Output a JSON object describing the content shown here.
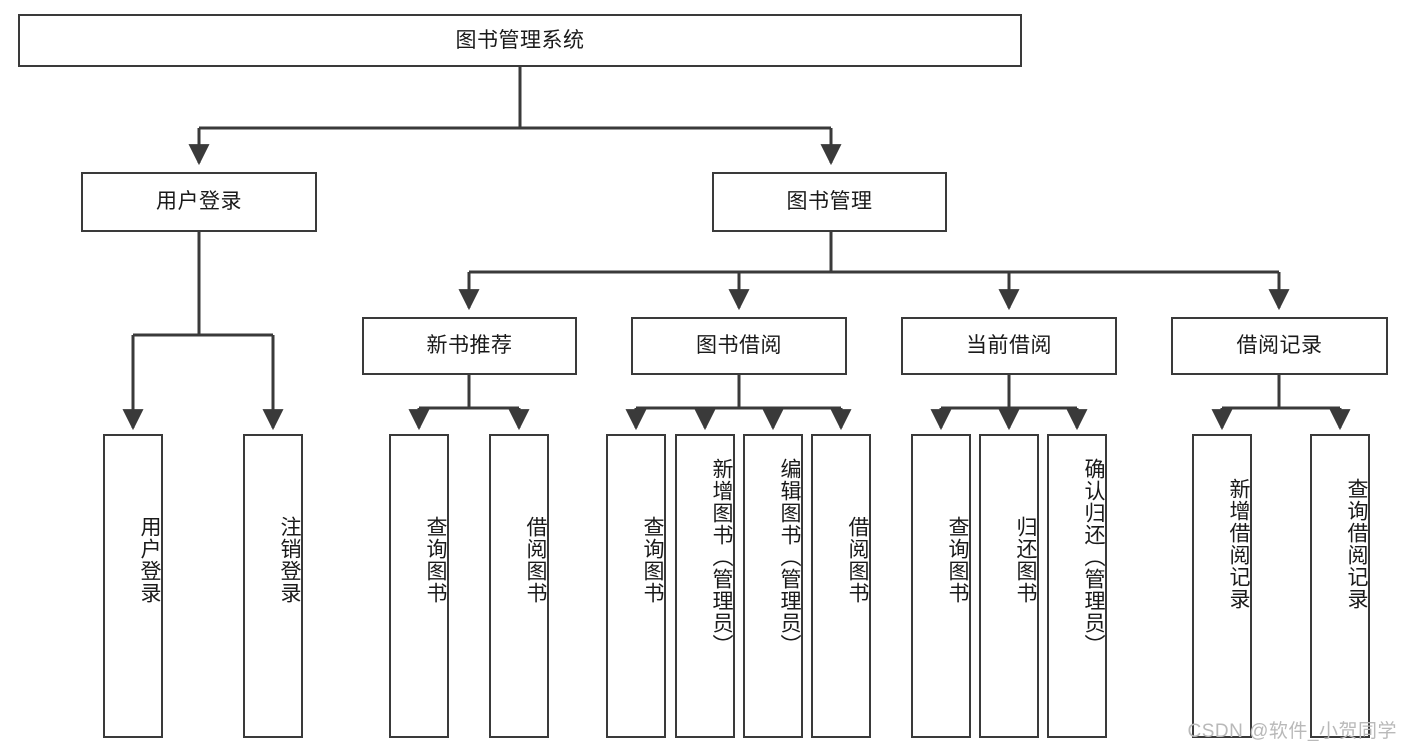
{
  "diagram": {
    "title": "图书管理系统",
    "type": "hierarchy-tree",
    "root": {
      "id": "root",
      "label": "图书管理系统"
    },
    "level2": [
      {
        "id": "login",
        "label": "用户登录"
      },
      {
        "id": "bookmgmt",
        "label": "图书管理"
      }
    ],
    "level3": [
      {
        "id": "newbook",
        "label": "新书推荐",
        "parent": "bookmgmt"
      },
      {
        "id": "borrow",
        "label": "图书借阅",
        "parent": "bookmgmt"
      },
      {
        "id": "current",
        "label": "当前借阅",
        "parent": "bookmgmt"
      },
      {
        "id": "record",
        "label": "借阅记录",
        "parent": "bookmgmt"
      }
    ],
    "leaves": [
      {
        "id": "leaf-login-1",
        "label": "用户登录",
        "parent": "login"
      },
      {
        "id": "leaf-login-2",
        "label": "注销登录",
        "parent": "login"
      },
      {
        "id": "leaf-newbook-1",
        "label": "查询图书",
        "parent": "newbook"
      },
      {
        "id": "leaf-newbook-2",
        "label": "借阅图书",
        "parent": "newbook"
      },
      {
        "id": "leaf-borrow-1",
        "label": "查询图书",
        "parent": "borrow"
      },
      {
        "id": "leaf-borrow-2",
        "label": "新增图书（管理员）",
        "parent": "borrow"
      },
      {
        "id": "leaf-borrow-3",
        "label": "编辑图书（管理员）",
        "parent": "borrow"
      },
      {
        "id": "leaf-borrow-4",
        "label": "借阅图书",
        "parent": "borrow"
      },
      {
        "id": "leaf-current-1",
        "label": "查询图书",
        "parent": "current"
      },
      {
        "id": "leaf-current-2",
        "label": "归还图书",
        "parent": "current"
      },
      {
        "id": "leaf-current-3",
        "label": "确认归还（管理员）",
        "parent": "current"
      },
      {
        "id": "leaf-record-1",
        "label": "新增借阅记录",
        "parent": "record"
      },
      {
        "id": "leaf-record-2",
        "label": "查询借阅记录",
        "parent": "record"
      }
    ],
    "watermark": "CSDN @软件_小贺同学",
    "colors": {
      "border": "#3a3a3a",
      "text": "#1a1a1a",
      "background": "#ffffff",
      "watermark": "#b9b9b9"
    }
  }
}
